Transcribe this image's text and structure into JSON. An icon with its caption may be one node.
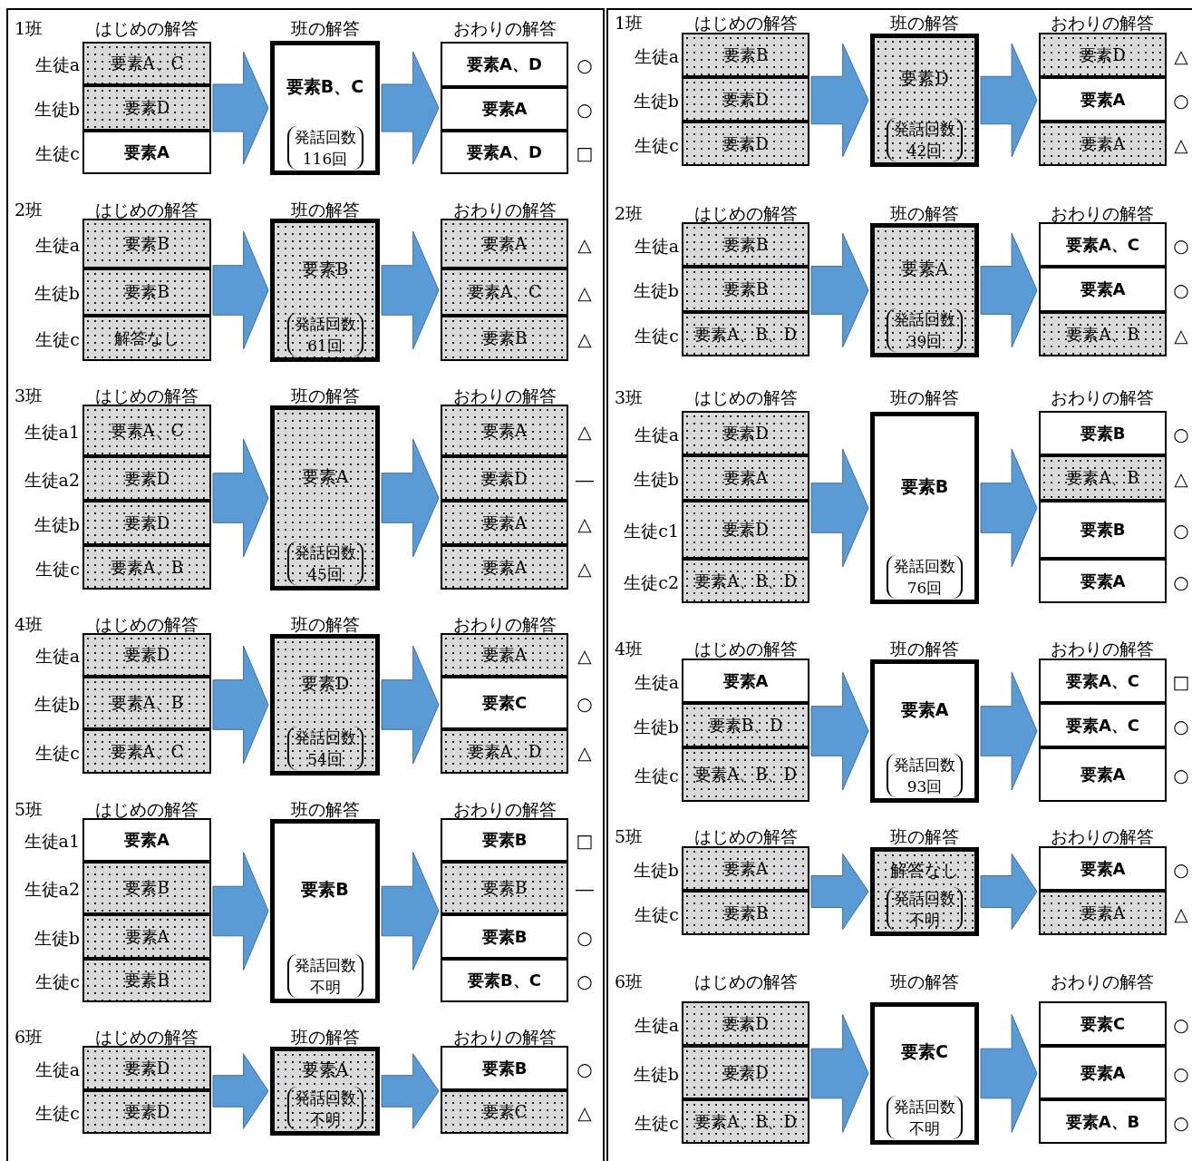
{
  "diagram": {
    "nodes": [
      {
        "text": [
          "要素A、C"
        ],
        "beside": [
          "生徒a"
        ]
      },
      {
        "text": [
          "要素D"
        ],
        "beside": [
          "生徒b"
        ]
      },
      {
        "text": [
          "要素A"
        ],
        "beside": [
          "生徒c"
        ]
      },
      {
        "text": [
          "要素B、C",
          "発話回数116回"
        ]
      },
      {
        "text": [
          "要素A、D"
        ],
        "beside": [
          "○"
        ]
      },
      {
        "text": [
          "要素A"
        ],
        "beside": [
          "○"
        ]
      },
      {
        "text": [
          "要素A、D"
        ],
        "beside": [
          "□"
        ]
      },
      {
        "text": [
          "要素B"
        ],
        "beside": [
          "生徒a"
        ]
      },
      {
        "text": [
          "要素B"
        ],
        "beside": [
          "生徒b"
        ]
      },
      {
        "text": [
          "解答なし"
        ],
        "beside": [
          "生徒c"
        ]
      },
      {
        "text": [
          "要素B",
          "発話回数61回"
        ]
      },
      {
        "text": [
          "要素A"
        ],
        "beside": [
          "△"
        ]
      },
      {
        "text": [
          "要素A、C"
        ],
        "beside": [
          "△"
        ]
      },
      {
        "text": [
          "要素B"
        ],
        "beside": [
          "△"
        ]
      },
      {
        "text": [
          "要素A、C"
        ],
        "beside": [
          "生徒a1"
        ]
      },
      {
        "text": [
          "要素D"
        ],
        "beside": [
          "生徒a2"
        ]
      },
      {
        "text": [
          "要素D"
        ],
        "beside": [
          "生徒b"
        ]
      },
      {
        "text": [
          "要素A、B"
        ],
        "beside": [
          "生徒c"
        ]
      },
      {
        "text": [
          "要素A",
          "発話回数45回"
        ]
      },
      {
        "text": [
          "要素A"
        ],
        "beside": [
          "△"
        ]
      },
      {
        "text": [
          "要素D"
        ],
        "beside": [
          "―"
        ]
      },
      {
        "text": [
          "要素A"
        ],
        "beside": [
          "△"
        ]
      },
      {
        "text": [
          "要素A"
        ],
        "beside": [
          "△"
        ]
      },
      {
        "text": [
          "要素D"
        ],
        "beside": [
          "生徒a"
        ]
      },
      {
        "text": [
          "要素A、B"
        ],
        "beside": [
          "生徒b"
        ]
      },
      {
        "text": [
          "要素A、C"
        ],
        "beside": [
          "生徒c"
        ]
      },
      {
        "text": [
          "要素D",
          "発話回数54回"
        ]
      },
      {
        "text": [
          "要素A"
        ],
        "beside": [
          "△"
        ]
      },
      {
        "text": [
          "要素C"
        ],
        "beside": [
          "○"
        ]
      },
      {
        "text": [
          "要素A、D"
        ],
        "beside": [
          "△"
        ]
      },
      {
        "text": [
          "要素A"
        ],
        "beside": [
          "生徒a1"
        ]
      },
      {
        "text": [
          "要素B"
        ],
        "beside": [
          "生徒a2"
        ]
      },
      {
        "text": [
          "要素A"
        ],
        "beside": [
          "生徒b"
        ]
      },
      {
        "text": [
          "要素B"
        ],
        "beside": [
          "生徒c"
        ]
      },
      {
        "text": [
          "要素B",
          "発話回数不明"
        ]
      },
      {
        "text": [
          "要素B"
        ],
        "beside": [
          "□"
        ]
      },
      {
        "text": [
          "要素B"
        ],
        "beside": [
          "―"
        ]
      },
      {
        "text": [
          "要素B"
        ],
        "beside": [
          "○"
        ]
      },
      {
        "text": [
          "要素B、C"
        ],
        "beside": [
          "○"
        ]
      },
      {
        "text": [
          "要素D"
        ],
        "beside": [
          "生徒a"
        ]
      },
      {
        "text": [
          "要素D"
        ],
        "beside": [
          "生徒c"
        ]
      },
      {
        "text": [
          "要素A",
          "発話回数不明"
        ]
      },
      {
        "text": [
          "要素B"
        ],
        "beside": [
          "○"
        ]
      },
      {
        "text": [
          "要素C"
        ],
        "beside": [
          "△"
        ]
      },
      {
        "text": [
          "要素B"
        ],
        "beside": [
          "生徒a"
        ]
      },
      {
        "text": [
          "要素D"
        ],
        "beside": [
          "生徒b"
        ]
      },
      {
        "text": [
          "要素D"
        ],
        "beside": [
          "生徒c"
        ]
      },
      {
        "text": [
          "要素D",
          "発話回数42回"
        ]
      },
      {
        "text": [
          "要素D"
        ],
        "beside": [
          "△"
        ]
      },
      {
        "text": [
          "要素A"
        ],
        "beside": [
          "○"
        ]
      },
      {
        "text": [
          "要素A"
        ],
        "beside": [
          "△"
        ]
      },
      {
        "text": [
          "要素B"
        ],
        "beside": [
          "生徒a"
        ]
      },
      {
        "text": [
          "要素B"
        ],
        "beside": [
          "生徒b"
        ]
      },
      {
        "text": [
          "要素A、B、D"
        ],
        "beside": [
          "生徒c"
        ]
      },
      {
        "text": [
          "要素A",
          "発話回数39回"
        ]
      },
      {
        "text": [
          "要素A、C"
        ],
        "beside": [
          "○"
        ]
      },
      {
        "text": [
          "要素A"
        ],
        "beside": [
          "○"
        ]
      },
      {
        "text": [
          "要素A、B"
        ],
        "beside": [
          "△"
        ]
      },
      {
        "text": [
          "要素D"
        ],
        "beside": [
          "生徒a"
        ]
      },
      {
        "text": [
          "要素A"
        ],
        "beside": [
          "生徒b"
        ]
      },
      {
        "text": [
          "要素D"
        ],
        "beside": [
          "生徒c1"
        ]
      },
      {
        "text": [
          "要素A、B、D"
        ],
        "beside": [
          "生徒c2"
        ]
      },
      {
        "text": [
          "要素B",
          "発話回数76回"
        ]
      },
      {
        "text": [
          "要素B"
        ],
        "beside": [
          "○"
        ]
      },
      {
        "text": [
          "要素A、B"
        ],
        "beside": [
          "△"
        ]
      },
      {
        "text": [
          "要素B"
        ],
        "beside": [
          "○"
        ]
      },
      {
        "text": [
          "要素A"
        ],
        "beside": [
          "○"
        ]
      },
      {
        "text": [
          "要素A"
        ],
        "beside": [
          "生徒a"
        ]
      },
      {
        "text": [
          "要素B、D"
        ],
        "beside": [
          "生徒b"
        ]
      },
      {
        "text": [
          "要素A、B、D"
        ],
        "beside": [
          "生徒c"
        ]
      },
      {
        "text": [
          "要素A",
          "発話回数93回"
        ]
      },
      {
        "text": [
          "要素A、C"
        ],
        "beside": [
          "□"
        ]
      },
      {
        "text": [
          "要素A、C"
        ],
        "beside": [
          "○"
        ]
      },
      {
        "text": [
          "要素A"
        ],
        "beside": [
          "○"
        ]
      },
      {
        "text": [
          "要素A"
        ],
        "beside": [
          "生徒b"
        ]
      },
      {
        "text": [
          "要素B"
        ],
        "beside": [
          "生徒c"
        ]
      },
      {
        "text": [
          "解答なし",
          "発話回数不明"
        ]
      },
      {
        "text": [
          "要素A"
        ],
        "beside": [
          "○"
        ]
      },
      {
        "text": [
          "要素A"
        ],
        "beside": [
          "△"
        ]
      },
      {
        "text": [
          "要素D"
        ],
        "beside": [
          "生徒a"
        ]
      },
      {
        "text": [
          "要素D"
        ],
        "beside": [
          "生徒b"
        ]
      },
      {
        "text": [
          "要素A、B、D"
        ],
        "beside": [
          "生徒c"
        ]
      },
      {
        "text": [
          "要素C",
          "発話回数不明"
        ]
      },
      {
        "text": [
          "要素C"
        ],
        "beside": [
          "○"
        ]
      },
      {
        "text": [
          "要素A"
        ],
        "beside": [
          "○"
        ]
      },
      {
        "text": [
          "要素A、B"
        ],
        "beside": [
          "○"
        ]
      }
    ],
    "edges": [
      {
        "from": 0,
        "to": 3,
        "arrow": "to"
      },
      {
        "from": 1,
        "to": 3,
        "arrow": "to"
      },
      {
        "from": 2,
        "to": 3,
        "arrow": "to"
      },
      {
        "from": 3,
        "to": 4,
        "arrow": "to"
      },
      {
        "from": 3,
        "to": 5,
        "arrow": "to"
      },
      {
        "from": 3,
        "to": 6,
        "arrow": "to"
      },
      {
        "from": 7,
        "to": 10,
        "arrow": "to"
      },
      {
        "from": 8,
        "to": 10,
        "arrow": "to"
      },
      {
        "from": 9,
        "to": 10,
        "arrow": "to"
      },
      {
        "from": 10,
        "to": 11,
        "arrow": "to"
      },
      {
        "from": 10,
        "to": 12,
        "arrow": "to"
      },
      {
        "from": 10,
        "to": 13,
        "arrow": "to"
      },
      {
        "from": 14,
        "to": 18,
        "arrow": "to"
      },
      {
        "from": 15,
        "to": 18,
        "arrow": "to"
      },
      {
        "from": 16,
        "to": 18,
        "arrow": "to"
      },
      {
        "from": 17,
        "to": 18,
        "arrow": "to"
      },
      {
        "from": 18,
        "to": 19,
        "arrow": "to"
      },
      {
        "from": 18,
        "to": 20,
        "arrow": "to"
      },
      {
        "from": 18,
        "to": 21,
        "arrow": "to"
      },
      {
        "from": 18,
        "to": 22,
        "arrow": "to"
      },
      {
        "from": 23,
        "to": 26,
        "arrow": "to"
      },
      {
        "from": 24,
        "to": 26,
        "arrow": "to"
      },
      {
        "from": 25,
        "to": 26,
        "arrow": "to"
      },
      {
        "from": 26,
        "to": 27,
        "arrow": "to"
      },
      {
        "from": 26,
        "to": 28,
        "arrow": "to"
      },
      {
        "from": 26,
        "to": 29,
        "arrow": "to"
      },
      {
        "from": 30,
        "to": 34,
        "arrow": "to"
      },
      {
        "from": 31,
        "to": 34,
        "arrow": "to"
      },
      {
        "from": 32,
        "to": 34,
        "arrow": "to"
      },
      {
        "from": 33,
        "to": 34,
        "arrow": "to"
      },
      {
        "from": 34,
        "to": 35,
        "arrow": "to"
      },
      {
        "from": 34,
        "to": 36,
        "arrow": "to"
      },
      {
        "from": 34,
        "to": 37,
        "arrow": "to"
      },
      {
        "from": 34,
        "to": 38,
        "arrow": "to"
      },
      {
        "from": 39,
        "to": 41,
        "arrow": "to"
      },
      {
        "from": 40,
        "to": 41,
        "arrow": "to"
      },
      {
        "from": 41,
        "to": 42,
        "arrow": "to"
      },
      {
        "from": 41,
        "to": 43,
        "arrow": "to"
      },
      {
        "from": 44,
        "to": 47,
        "arrow": "to"
      },
      {
        "from": 45,
        "to": 47,
        "arrow": "to"
      },
      {
        "from": 46,
        "to": 47,
        "arrow": "to"
      },
      {
        "from": 47,
        "to": 48,
        "arrow": "to"
      },
      {
        "from": 47,
        "to": 49,
        "arrow": "to"
      },
      {
        "from": 47,
        "to": 50,
        "arrow": "to"
      },
      {
        "from": 51,
        "to": 54,
        "arrow": "to"
      },
      {
        "from": 52,
        "to": 54,
        "arrow": "to"
      },
      {
        "from": 53,
        "to": 54,
        "arrow": "to"
      },
      {
        "from": 54,
        "to": 55,
        "arrow": "to"
      },
      {
        "from": 54,
        "to": 56,
        "arrow": "to"
      },
      {
        "from": 54,
        "to": 57,
        "arrow": "to"
      },
      {
        "from": 58,
        "to": 62,
        "arrow": "to"
      },
      {
        "from": 59,
        "to": 62,
        "arrow": "to"
      },
      {
        "from": 60,
        "to": 62,
        "arrow": "to"
      },
      {
        "from": 61,
        "to": 62,
        "arrow": "to"
      },
      {
        "from": 62,
        "to": 63,
        "arrow": "to"
      },
      {
        "from": 62,
        "to": 64,
        "arrow": "to"
      },
      {
        "from": 62,
        "to": 65,
        "arrow": "to"
      },
      {
        "from": 62,
        "to": 66,
        "arrow": "to"
      },
      {
        "from": 67,
        "to": 70,
        "arrow": "to"
      },
      {
        "from": 68,
        "to": 70,
        "arrow": "to"
      },
      {
        "from": 69,
        "to": 70,
        "arrow": "to"
      },
      {
        "from": 70,
        "to": 71,
        "arrow": "to"
      },
      {
        "from": 70,
        "to": 72,
        "arrow": "to"
      },
      {
        "from": 70,
        "to": 73,
        "arrow": "to"
      },
      {
        "from": 74,
        "to": 76,
        "arrow": "to"
      },
      {
        "from": 75,
        "to": 76,
        "arrow": "to"
      },
      {
        "from": 76,
        "to": 77,
        "arrow": "to"
      },
      {
        "from": 76,
        "to": 78,
        "arrow": "to"
      },
      {
        "from": 79,
        "to": 82,
        "arrow": "to"
      },
      {
        "from": 80,
        "to": 82,
        "arrow": "to"
      },
      {
        "from": 81,
        "to": 82,
        "arrow": "to"
      },
      {
        "from": 82,
        "to": 83,
        "arrow": "to"
      },
      {
        "from": 82,
        "to": 84,
        "arrow": "to"
      },
      {
        "from": 82,
        "to": 85,
        "arrow": "to"
      }
    ],
    "labels": [
      "1班",
      "はじめの解答",
      "班の解答",
      "おわりの解答",
      "2班",
      "はじめの解答",
      "班の解答",
      "おわりの解答",
      "3班",
      "はじめの解答",
      "班の解答",
      "おわりの解答",
      "4班",
      "はじめの解答",
      "班の解答",
      "おわりの解答",
      "5班",
      "はじめの解答",
      "班の解答",
      "おわりの解答",
      "6班",
      "はじめの解答",
      "班の解答",
      "おわりの解答",
      "1班",
      "はじめの解答",
      "班の解答",
      "おわりの解答",
      "2班",
      "はじめの解答",
      "班の解答",
      "おわりの解答",
      "3班",
      "はじめの解答",
      "班の解答",
      "おわりの解答",
      "4班",
      "はじめの解答",
      "班の解答",
      "おわりの解答",
      "5班",
      "はじめの解答",
      "班の解答",
      "おわりの解答",
      "6班",
      "はじめの解答",
      "班の解答",
      "おわりの解答"
    ]
  }
}
